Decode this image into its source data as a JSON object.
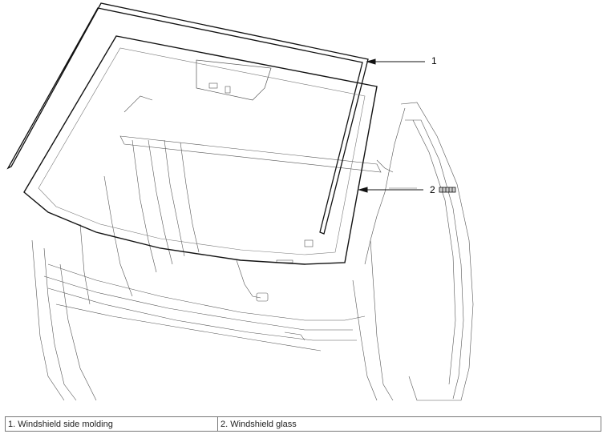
{
  "callouts": [
    {
      "number": "1"
    },
    {
      "number": "2"
    }
  ],
  "legend": [
    {
      "label": "1. Windshield side molding"
    },
    {
      "label": "2. Windshield glass"
    }
  ]
}
